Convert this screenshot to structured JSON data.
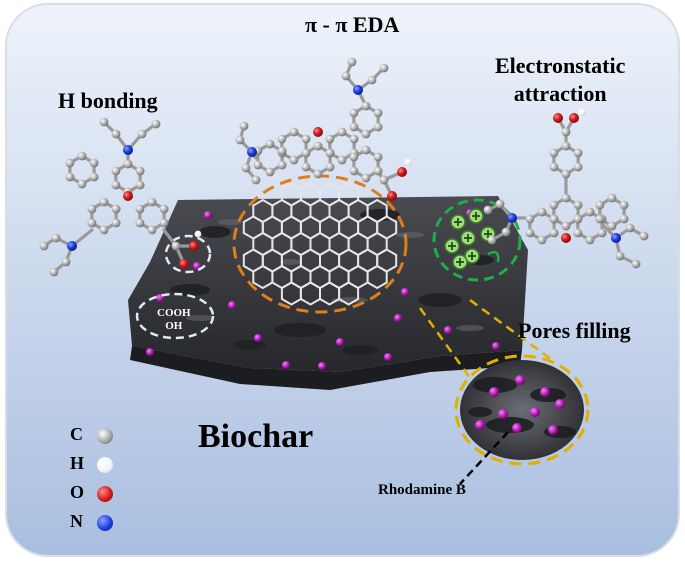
{
  "labels": {
    "pi_eda": "π - π  EDA",
    "h_bonding": "H bonding",
    "electrostatic_line1": "Electronstatic",
    "electrostatic_line2": "attraction",
    "pores_filling": "Pores filling",
    "biochar": "Biochar",
    "rhodamine_b": "Rhodamine B",
    "cooh": "COOH",
    "oh": "OH"
  },
  "legend": [
    {
      "symbol": "C",
      "color": "#a7a7a7"
    },
    {
      "symbol": "H",
      "color": "#f2f2f2"
    },
    {
      "symbol": "O",
      "color": "#d11c1c"
    },
    {
      "symbol": "N",
      "color": "#1f3fe0"
    }
  ],
  "colors": {
    "background_top": "#eef3fb",
    "background_bottom": "#a9bedf",
    "biochar": "#3a3b3f",
    "pi_ring": "#e07d1c",
    "h_bond_ring": "#dfe9f7",
    "electrostatic_ring": "#1fae4a",
    "pore_ring": "#e0b000",
    "dye_dot": "#b21ab5"
  },
  "icons": [
    "plus-charge-icon"
  ]
}
